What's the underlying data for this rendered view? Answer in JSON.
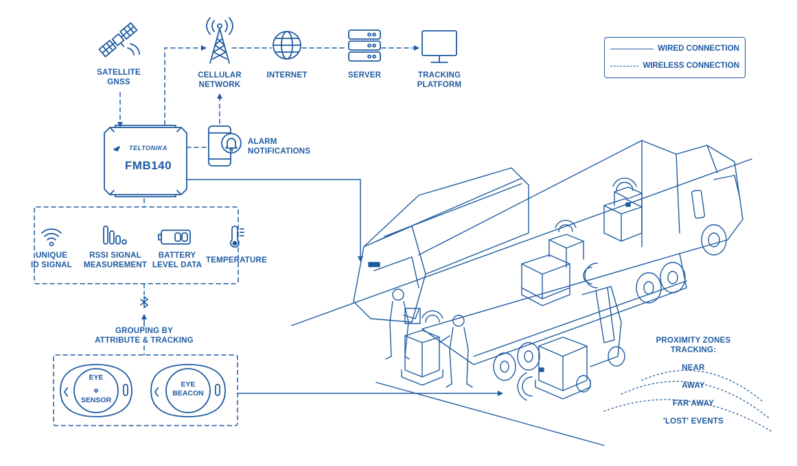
{
  "legend": {
    "wired": "WIRED CONNECTION",
    "wireless": "WIRELESS CONNECTION"
  },
  "nodes": {
    "satellite": [
      "SATELLITE",
      "GNSS"
    ],
    "cellular": [
      "CELLULAR",
      "NETWORK"
    ],
    "internet": "INTERNET",
    "server": "SERVER",
    "platform": [
      "TRACKING",
      "PLATFORM"
    ],
    "alarm": [
      "ALARM",
      "NOTIFICATIONS"
    ]
  },
  "device": {
    "brand": "TELTONIKA",
    "model": "FMB140"
  },
  "features": {
    "unique_id": [
      "UNIQUE",
      "ID SIGNAL"
    ],
    "rssi": [
      "RSSI SIGNAL",
      "MEASUREMENT"
    ],
    "battery": [
      "BATTERY",
      "LEVEL DATA"
    ],
    "temperature": "TEMPERATURE"
  },
  "grouping": [
    "GROUPING BY",
    "ATTRIBUTE & TRACKING"
  ],
  "sensors": {
    "eye_sensor": [
      "EYE",
      "SENSOR"
    ],
    "eye_beacon": [
      "EYE",
      "BEACON"
    ]
  },
  "proximity": {
    "title": [
      "PROXIMITY ZONES",
      "TRACKING:"
    ],
    "zones": [
      "NEAR",
      "AWAY",
      "FAR AWAY",
      "'LOST' EVENTS"
    ]
  },
  "colors": {
    "stroke": "#1e5aa0",
    "background": "#ffffff"
  }
}
